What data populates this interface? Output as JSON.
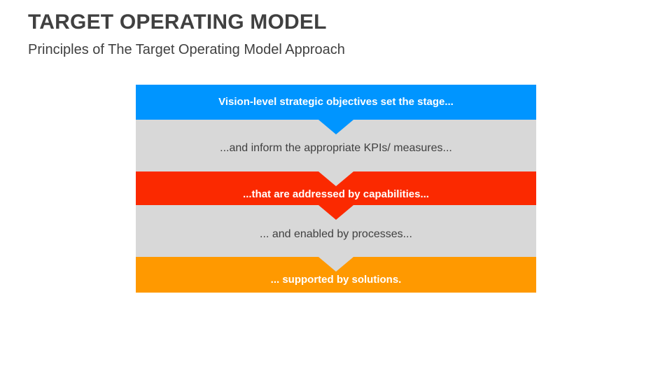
{
  "slide": {
    "title": "TARGET OPERATING MODEL",
    "subtitle": "Principles of The Target Operating Model Approach"
  },
  "diagram": {
    "type": "stacked-flow",
    "bands": [
      {
        "label": "Vision-level strategic objectives set the stage...",
        "color": "#0095FF",
        "text_color": "#FFFFFF",
        "bold": true
      },
      {
        "label": "...and inform the appropriate KPIs/ measures...",
        "color": "#D8D8D8",
        "text_color": "#404040",
        "bold": false
      },
      {
        "label": "...that are addressed by capabilities...",
        "color": "#FB2900",
        "text_color": "#FFFFFF",
        "bold": true
      },
      {
        "label": "... and enabled by processes...",
        "color": "#D8D8D8",
        "text_color": "#404040",
        "bold": false
      },
      {
        "label": "... supported by solutions.",
        "color": "#FF9900",
        "text_color": "#FFFFFF",
        "bold": true
      }
    ],
    "arrows": [
      {
        "from_band": 0,
        "direction": "down"
      },
      {
        "from_band": 1,
        "direction": "down"
      },
      {
        "from_band": 2,
        "direction": "down"
      },
      {
        "from_band": 3,
        "direction": "down"
      }
    ]
  },
  "colors": {
    "background": "#FFFFFF",
    "heading_text": "#404040",
    "accent_blue": "#0095FF",
    "accent_gray": "#D8D8D8",
    "accent_red": "#FB2900",
    "accent_orange": "#FF9900"
  }
}
